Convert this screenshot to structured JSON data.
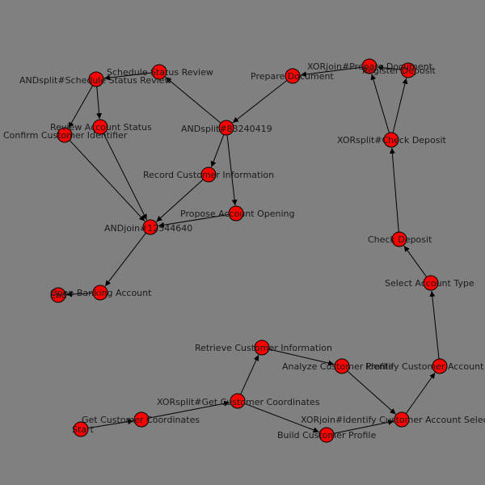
{
  "colors": {
    "background": "#808080",
    "node_fill": "#ff0000",
    "node_stroke": "#000000",
    "edge": "#000000",
    "label": "#1a1a1a"
  },
  "nodes": [
    {
      "id": "schedule_status_review",
      "label": "Schedule Status Review"
    },
    {
      "id": "andsplit_schedule",
      "label": "ANDsplit#Schedule Status Review"
    },
    {
      "id": "review_account_status",
      "label": "Review Account Status"
    },
    {
      "id": "confirm_customer_identifier",
      "label": "Confirm Customer Identifier"
    },
    {
      "id": "andsplit_83240419",
      "label": "ANDsplit#83240419"
    },
    {
      "id": "record_customer_information",
      "label": "Record Customer Information"
    },
    {
      "id": "propose_account_opening",
      "label": "Propose Account Opening"
    },
    {
      "id": "andjoin",
      "label": "ANDjoin#12544640"
    },
    {
      "id": "open_banking_account",
      "label": "Open Banking Account"
    },
    {
      "id": "end",
      "label": "End"
    },
    {
      "id": "prepare_document",
      "label": "Prepare Document"
    },
    {
      "id": "xorjoin_prepare",
      "label": "XORjoin#Prepare Document"
    },
    {
      "id": "register_deposit",
      "label": "Register Deposit"
    },
    {
      "id": "xorsplit_check_deposit",
      "label": "XORsplit#Check Deposit"
    },
    {
      "id": "check_deposit",
      "label": "Check Deposit"
    },
    {
      "id": "select_account_type",
      "label": "Select Account Type"
    },
    {
      "id": "identify_customer_account",
      "label": "Identify Customer Account Selection"
    },
    {
      "id": "retrieve_customer_information",
      "label": "Retrieve Customer Information"
    },
    {
      "id": "analyze_customer_profile",
      "label": "Analyze Customer Profile"
    },
    {
      "id": "xorsplit_get_coords",
      "label": "XORsplit#Get Customer Coordinates"
    },
    {
      "id": "xorjoin_identify",
      "label": "XORjoin#Identify Customer Account Selection"
    },
    {
      "id": "build_customer_profile",
      "label": "Build Customer Profile"
    },
    {
      "id": "get_customer_coordinates",
      "label": "Get Customer Coordinates"
    },
    {
      "id": "start",
      "label": "Start"
    }
  ],
  "edges": [
    {
      "from": "start",
      "to": "get_customer_coordinates"
    },
    {
      "from": "get_customer_coordinates",
      "to": "xorsplit_get_coords"
    },
    {
      "from": "xorsplit_get_coords",
      "to": "retrieve_customer_information"
    },
    {
      "from": "xorsplit_get_coords",
      "to": "build_customer_profile"
    },
    {
      "from": "retrieve_customer_information",
      "to": "analyze_customer_profile"
    },
    {
      "from": "analyze_customer_profile",
      "to": "xorjoin_identify"
    },
    {
      "from": "build_customer_profile",
      "to": "xorjoin_identify"
    },
    {
      "from": "xorjoin_identify",
      "to": "identify_customer_account"
    },
    {
      "from": "identify_customer_account",
      "to": "select_account_type"
    },
    {
      "from": "select_account_type",
      "to": "check_deposit"
    },
    {
      "from": "check_deposit",
      "to": "xorsplit_check_deposit"
    },
    {
      "from": "xorsplit_check_deposit",
      "to": "xorjoin_prepare"
    },
    {
      "from": "xorsplit_check_deposit",
      "to": "register_deposit"
    },
    {
      "from": "register_deposit",
      "to": "xorjoin_prepare"
    },
    {
      "from": "xorjoin_prepare",
      "to": "prepare_document"
    },
    {
      "from": "prepare_document",
      "to": "andsplit_83240419"
    },
    {
      "from": "andsplit_83240419",
      "to": "schedule_status_review"
    },
    {
      "from": "andsplit_83240419",
      "to": "record_customer_information"
    },
    {
      "from": "andsplit_83240419",
      "to": "propose_account_opening"
    },
    {
      "from": "schedule_status_review",
      "to": "andsplit_schedule"
    },
    {
      "from": "andsplit_schedule",
      "to": "review_account_status"
    },
    {
      "from": "andsplit_schedule",
      "to": "confirm_customer_identifier"
    },
    {
      "from": "review_account_status",
      "to": "andjoin"
    },
    {
      "from": "confirm_customer_identifier",
      "to": "andjoin"
    },
    {
      "from": "record_customer_information",
      "to": "andjoin"
    },
    {
      "from": "propose_account_opening",
      "to": "andjoin"
    },
    {
      "from": "andjoin",
      "to": "open_banking_account"
    },
    {
      "from": "open_banking_account",
      "to": "end"
    }
  ]
}
